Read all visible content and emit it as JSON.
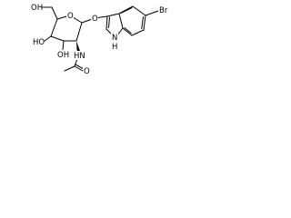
{
  "atoms": {
    "ring_o": "O",
    "glyco_o": "O",
    "ch2oh": "OH",
    "oh_c4": "HO",
    "oh_c3": "OH",
    "nh_acetamido": "HN",
    "carbonyl_o": "O",
    "br": "Br",
    "nh_indole": "N",
    "h_indole": "H"
  }
}
